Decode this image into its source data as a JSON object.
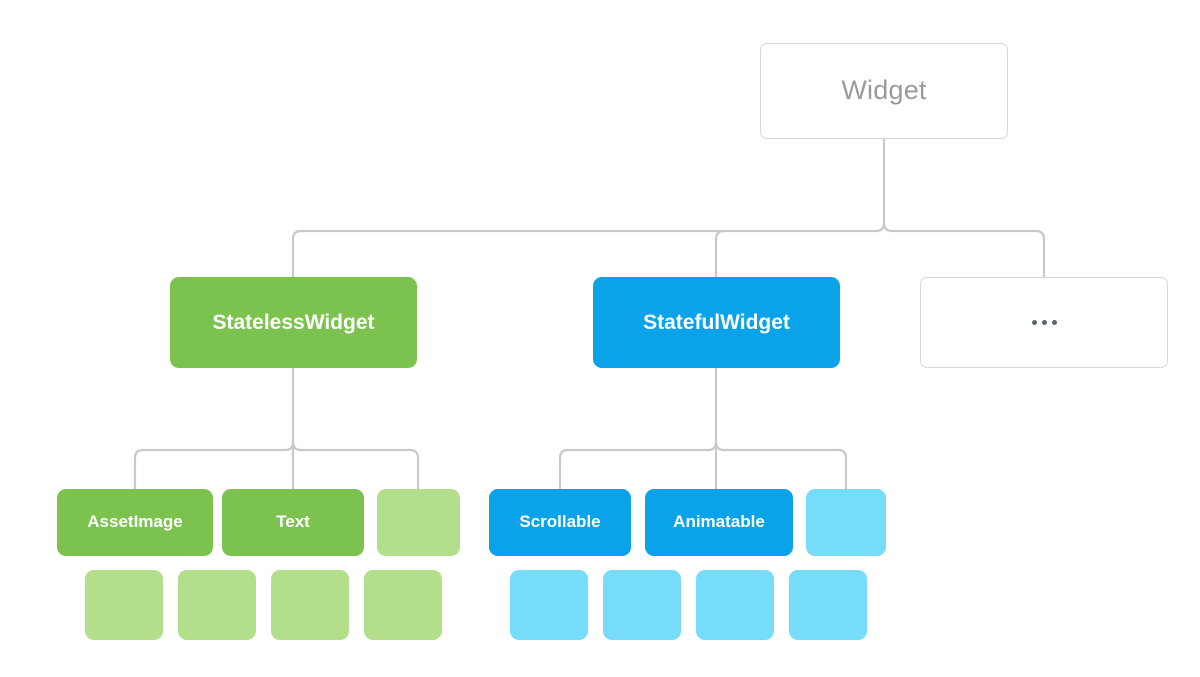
{
  "diagram": {
    "title": "Flutter Widget hierarchy",
    "background_color": "#ffffff",
    "connector_color": "#c9c9c9",
    "palette": {
      "green": "#7cc24f",
      "green_light": "#b3df8c",
      "blue": "#0aa2e8",
      "blue_light": "#77dcfa",
      "outline_border": "#d8d8d8",
      "outline_text": "#9b9b9b",
      "dot": "#5a6470"
    },
    "root": {
      "label": "Widget",
      "style": "outline"
    },
    "level2": [
      {
        "label": "StatelessWidget",
        "style": "green"
      },
      {
        "label": "StatefulWidget",
        "style": "blue"
      },
      {
        "label": "",
        "style": "outline",
        "icon": "ellipsis-icon"
      }
    ],
    "level3_stateless": [
      {
        "label": "AssetImage",
        "style": "green"
      },
      {
        "label": "Text",
        "style": "green"
      },
      {
        "label": "",
        "style": "green-light"
      }
    ],
    "level3_stateful": [
      {
        "label": "Scrollable",
        "style": "blue"
      },
      {
        "label": "Animatable",
        "style": "blue"
      },
      {
        "label": "",
        "style": "blue-light"
      }
    ],
    "level4_green": [
      {
        "label": "",
        "style": "green-light"
      },
      {
        "label": "",
        "style": "green-light"
      },
      {
        "label": "",
        "style": "green-light"
      },
      {
        "label": "",
        "style": "green-light"
      }
    ],
    "level4_blue": [
      {
        "label": "",
        "style": "blue-light"
      },
      {
        "label": "",
        "style": "blue-light"
      },
      {
        "label": "",
        "style": "blue-light"
      },
      {
        "label": "",
        "style": "blue-light"
      }
    ]
  }
}
